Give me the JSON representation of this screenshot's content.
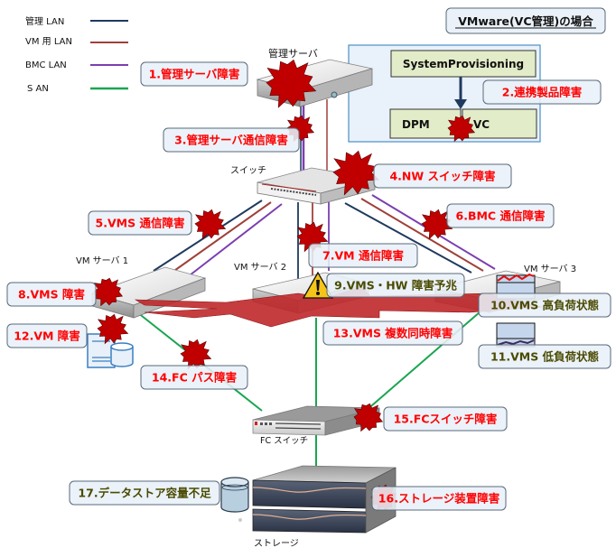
{
  "title": "VMware(VC管理)の場合",
  "legend": [
    {
      "label": "管理 LAN",
      "color": "#1f3a5f"
    },
    {
      "label": "VM 用 LAN",
      "color": "#a0403a"
    },
    {
      "label": "BMC  LAN",
      "color": "#7b3fb0"
    },
    {
      "label": "S AN",
      "color": "#1aa650"
    }
  ],
  "devices": {
    "mgmt_server": "管理サーバ",
    "switch": "スイッチ",
    "vm_server_1": "VM サーバ 1",
    "vm_server_2": "VM サーバ 2",
    "vm_server_3": "VM サーバ 3",
    "fc_switch": "FC スイッチ",
    "storage": "ストレージ"
  },
  "products": {
    "system_provisioning": "SystemProvisioning",
    "dpm": "DPM",
    "vc": "VC"
  },
  "faults": [
    {
      "id": 1,
      "label": "1.管理サーバ障害",
      "color": "red"
    },
    {
      "id": 2,
      "label": "2.連携製品障害",
      "color": "red"
    },
    {
      "id": 3,
      "label": "3.管理サーバ通信障害",
      "color": "red"
    },
    {
      "id": 4,
      "label": "4.NW スイッチ障害",
      "color": "red"
    },
    {
      "id": 5,
      "label": "5.VMS 通信障害",
      "color": "red"
    },
    {
      "id": 6,
      "label": "6.BMC 通信障害",
      "color": "red"
    },
    {
      "id": 7,
      "label": "7.VM 通信障害",
      "color": "red"
    },
    {
      "id": 8,
      "label": "8.VMS 障害",
      "color": "red"
    },
    {
      "id": 9,
      "label": "9.VMS・HW 障害予兆",
      "color": "olive"
    },
    {
      "id": 10,
      "label": "10.VMS 高負荷状態",
      "color": "olive"
    },
    {
      "id": 11,
      "label": "11.VMS 低負荷状態",
      "color": "olive"
    },
    {
      "id": 12,
      "label": "12.VM 障害",
      "color": "red"
    },
    {
      "id": 13,
      "label": "13.VMS 複数同時障害",
      "color": "red"
    },
    {
      "id": 14,
      "label": "14.FC パス障害",
      "color": "red"
    },
    {
      "id": 15,
      "label": "15.FCスイッチ障害",
      "color": "red"
    },
    {
      "id": 16,
      "label": "16.ストレージ装置障害",
      "color": "red"
    },
    {
      "id": 17,
      "label": "17.データストア容量不足",
      "color": "olive"
    }
  ],
  "colors": {
    "fault_text": "#ff0000",
    "warning_text": "#4a4a00",
    "burst": "#c00000",
    "callout_bg": "#e8f0f8",
    "callout_border": "#5a6a7a"
  }
}
